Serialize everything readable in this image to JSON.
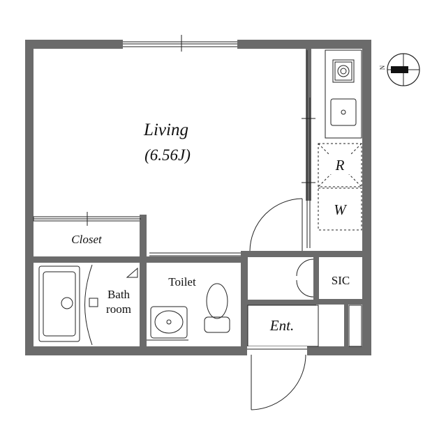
{
  "rooms": {
    "living": {
      "name": "Living",
      "size": "(6.56J)"
    },
    "closet": "Closet",
    "bath": {
      "line1": "Bath",
      "line2": "room"
    },
    "toilet": "Toilet",
    "sic": "SIC",
    "entrance": "Ent."
  },
  "appliances": {
    "refrigerator": "R",
    "washer": "W"
  },
  "compass": {
    "north": "N"
  },
  "colors": {
    "wall": "#6b6b6b",
    "line": "#222222",
    "background": "#ffffff"
  }
}
